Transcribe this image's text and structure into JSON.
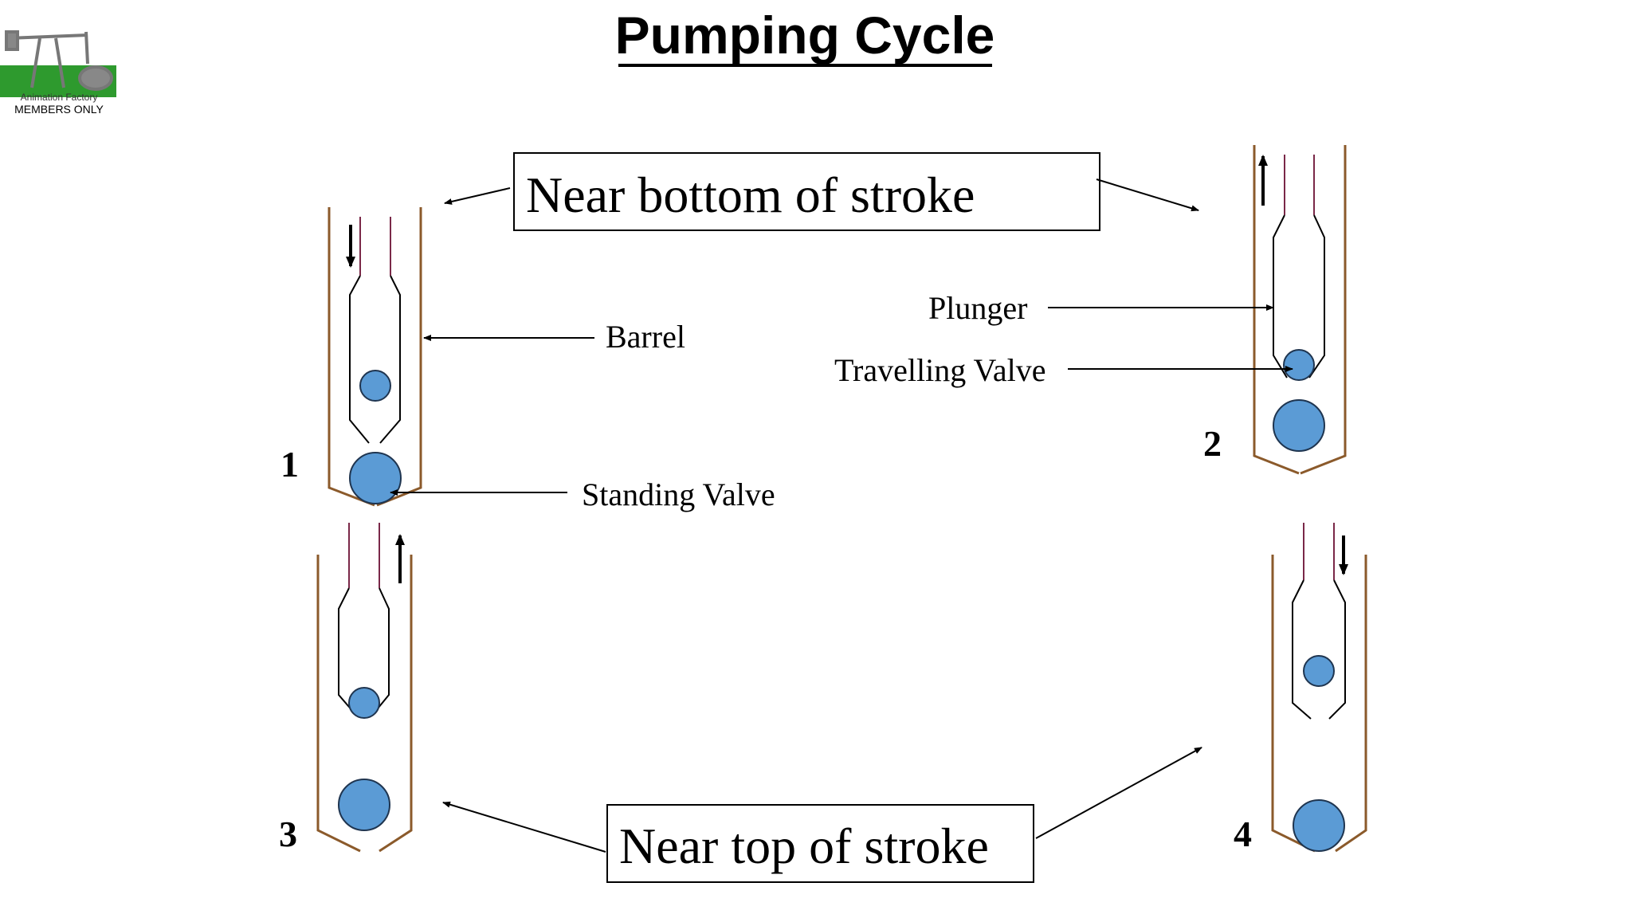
{
  "slide": {
    "title": "Pumping Cycle"
  },
  "logo": {
    "line1": "Animation Factory",
    "line2": "MEMBERS ONLY"
  },
  "callouts": {
    "bottom_of_stroke": "Near bottom of stroke",
    "top_of_stroke": "Near top of stroke"
  },
  "labels": {
    "barrel": "Barrel",
    "standing_valve": "Standing Valve",
    "plunger": "Plunger",
    "travelling_valve": "Travelling Valve"
  },
  "stages": [
    {
      "number": "1",
      "plunger_motion": "down"
    },
    {
      "number": "2",
      "plunger_motion": "up"
    },
    {
      "number": "3",
      "plunger_motion": "up"
    },
    {
      "number": "4",
      "plunger_motion": "down"
    }
  ],
  "colors": {
    "barrel": "#8b5a2b",
    "plunger_inner": "#7a2848",
    "ball": "#5b9bd5",
    "ball_stroke": "#1f3550",
    "logo_green": "#2e9a2e"
  }
}
